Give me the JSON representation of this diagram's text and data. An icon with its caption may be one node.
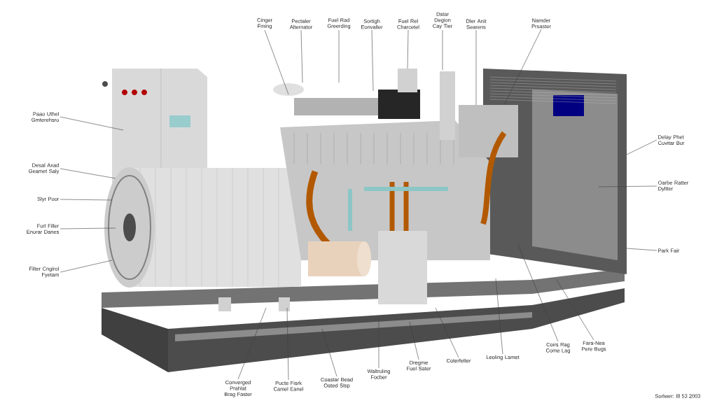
{
  "diagram": {
    "nodes": [
      {
        "text": [
          "Cinger Fming"
        ]
      },
      {
        "text": [
          "Pectaler Alternator"
        ]
      },
      {
        "text": [
          "Fuel Rad Greerding"
        ]
      },
      {
        "text": [
          "Sortigh Eonvaller"
        ]
      },
      {
        "text": [
          "Fuel Rel Charcetel"
        ]
      },
      {
        "text": [
          "Dstar Degion Cay Tier"
        ]
      },
      {
        "text": [
          "Dler Anit Searens"
        ]
      },
      {
        "text": [
          "Namder Prsaster"
        ]
      },
      {
        "text": [
          "Paao Uthel Gmterehsro"
        ]
      },
      {
        "text": [
          "Desal Axad Geamet Saly"
        ]
      },
      {
        "text": [
          "Slyr Poor"
        ]
      },
      {
        "text": [
          "Furl Filler Enorar Danes"
        ]
      },
      {
        "text": [
          "Filter Cngirol Fyetam"
        ]
      },
      {
        "text": [
          "Delay Phet Covitar Bur"
        ]
      },
      {
        "text": [
          "Oarbe Ratter Dyltter"
        ]
      },
      {
        "text": [
          "Park Fair"
        ]
      },
      {
        "text": [
          "Converged Prahlat Brag Faster"
        ]
      },
      {
        "text": [
          "Pucte Fisrk Caniel Eanel"
        ]
      },
      {
        "text": [
          "Coastar Bead Oated Slsp"
        ]
      },
      {
        "text": [
          "Waltruling Focber"
        ]
      },
      {
        "text": [
          "Dregme Fuel Sater"
        ]
      },
      {
        "text": [
          "Coterfelter"
        ]
      },
      {
        "text": [
          "Leoling Lamet"
        ]
      },
      {
        "text": [
          "Coirs Rag Come Lag"
        ]
      },
      {
        "text": [
          "Fara-Nea Pere Bugs"
        ]
      }
    ],
    "edges": [
      {
        "from": 0,
        "to": null,
        "arrow": "none"
      },
      {
        "from": 1,
        "to": null,
        "arrow": "none"
      },
      {
        "from": 2,
        "to": null,
        "arrow": "none"
      },
      {
        "from": 3,
        "to": null,
        "arrow": "none"
      },
      {
        "from": 4,
        "to": null,
        "arrow": "none"
      },
      {
        "from": 5,
        "to": null,
        "arrow": "none"
      },
      {
        "from": 6,
        "to": null,
        "arrow": "none"
      },
      {
        "from": 7,
        "to": null,
        "arrow": "none"
      },
      {
        "from": 8,
        "to": null,
        "arrow": "none"
      },
      {
        "from": 9,
        "to": null,
        "arrow": "none"
      },
      {
        "from": 10,
        "to": null,
        "arrow": "none"
      },
      {
        "from": 11,
        "to": null,
        "arrow": "none"
      },
      {
        "from": 12,
        "to": null,
        "arrow": "none"
      },
      {
        "from": 13,
        "to": null,
        "arrow": "none"
      },
      {
        "from": 14,
        "to": null,
        "arrow": "none"
      },
      {
        "from": 15,
        "to": null,
        "arrow": "none"
      },
      {
        "from": 16,
        "to": null,
        "arrow": "none"
      },
      {
        "from": 17,
        "to": null,
        "arrow": "none"
      },
      {
        "from": 18,
        "to": null,
        "arrow": "none"
      },
      {
        "from": 19,
        "to": null,
        "arrow": "none"
      },
      {
        "from": 20,
        "to": null,
        "arrow": "none"
      },
      {
        "from": 21,
        "to": null,
        "arrow": "none"
      },
      {
        "from": 22,
        "to": null,
        "arrow": "none"
      },
      {
        "from": 23,
        "to": null,
        "arrow": "none"
      },
      {
        "from": 24,
        "to": null,
        "arrow": "none"
      }
    ],
    "labels": [
      "Sorlwer: l8 53 2003"
    ]
  }
}
